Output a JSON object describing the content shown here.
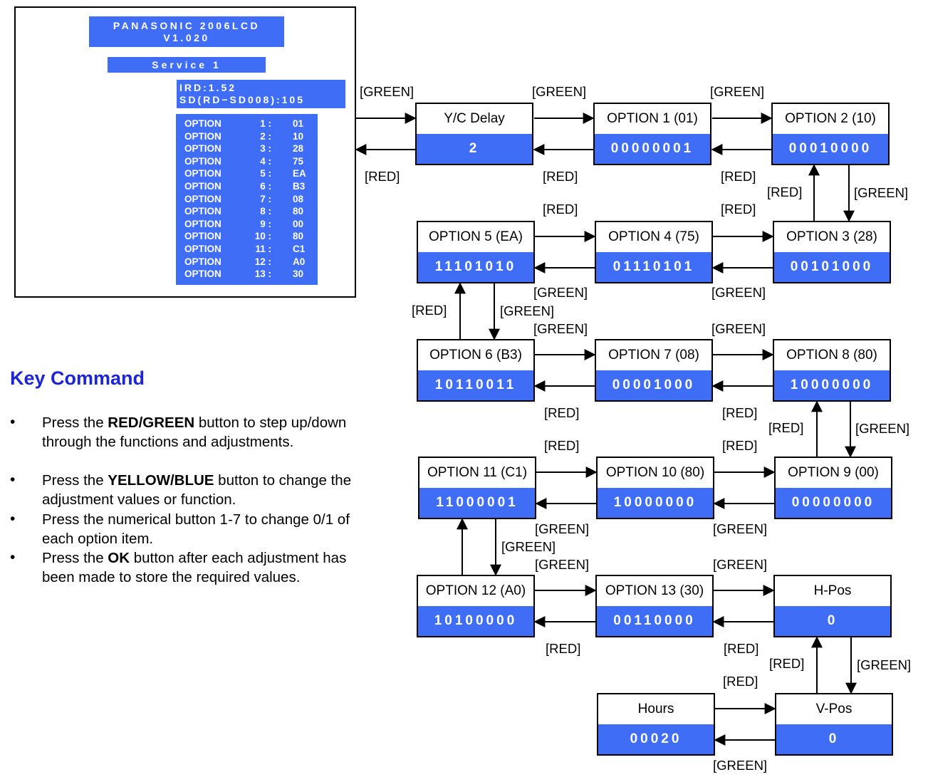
{
  "service_screen": {
    "model_line1": "PANASONIC 2006LCD",
    "model_line2": "V1.020",
    "service_label": "Service 1",
    "ird_line": "IRD:1.52",
    "sd_line": "SD(RD−SD008):105",
    "options": [
      {
        "word": "OPTION",
        "num": "1 :",
        "val": "01"
      },
      {
        "word": "OPTION",
        "num": "2 :",
        "val": "10"
      },
      {
        "word": "OPTION",
        "num": "3 :",
        "val": "28"
      },
      {
        "word": "OPTION",
        "num": "4 :",
        "val": "75"
      },
      {
        "word": "OPTION",
        "num": "5 :",
        "val": "EA"
      },
      {
        "word": "OPTION",
        "num": "6 :",
        "val": "B3"
      },
      {
        "word": "OPTION",
        "num": "7 :",
        "val": "08"
      },
      {
        "word": "OPTION",
        "num": "8 :",
        "val": "80"
      },
      {
        "word": "OPTION",
        "num": "9 :",
        "val": "00"
      },
      {
        "word": "OPTION",
        "num": "10 :",
        "val": "80"
      },
      {
        "word": "OPTION",
        "num": "11 :",
        "val": "C1"
      },
      {
        "word": "OPTION",
        "num": "12 :",
        "val": "A0"
      },
      {
        "word": "OPTION",
        "num": "13 :",
        "val": "30"
      }
    ]
  },
  "key_command": {
    "title": "Key Command",
    "bullet_symbol": "•",
    "items": [
      {
        "pre": "Press the ",
        "bold": "RED/GREEN",
        "post": " button to step up/down through the functions and adjustments."
      },
      {
        "pre": "Press the ",
        "bold": "YELLOW/BLUE",
        "post": " button to change the adjustment values or function."
      },
      {
        "pre": "Press the numerical button 1-7 to change 0/1 of each option item.",
        "bold": "",
        "post": ""
      },
      {
        "pre": "Press the ",
        "bold": "OK",
        "post": " button after each adjustment has been made to store the required values."
      }
    ]
  },
  "states": {
    "yc_delay": {
      "name": "Y/C Delay",
      "value": "2"
    },
    "option1": {
      "name": "OPTION 1 (01)",
      "value": "00000001"
    },
    "option2": {
      "name": "OPTION 2 (10)",
      "value": "00010000"
    },
    "option3": {
      "name": "OPTION 3 (28)",
      "value": "00101000"
    },
    "option4": {
      "name": "OPTION 4 (75)",
      "value": "01110101"
    },
    "option5": {
      "name": "OPTION 5 (EA)",
      "value": "11101010"
    },
    "option6": {
      "name": "OPTION 6 (B3)",
      "value": "10110011"
    },
    "option7": {
      "name": "OPTION 7 (08)",
      "value": "00001000"
    },
    "option8": {
      "name": "OPTION 8 (80)",
      "value": "10000000"
    },
    "option9": {
      "name": "OPTION 9 (00)",
      "value": "00000000"
    },
    "option10": {
      "name": "OPTION 10 (80)",
      "value": "10000000"
    },
    "option11": {
      "name": "OPTION 11 (C1)",
      "value": "11000001"
    },
    "option12": {
      "name": "OPTION 12 (A0)",
      "value": "10100000"
    },
    "option13": {
      "name": "OPTION 13 (30)",
      "value": "00110000"
    },
    "hpos": {
      "name": "H-Pos",
      "value": "0"
    },
    "vpos": {
      "name": "V-Pos",
      "value": "0"
    },
    "hours": {
      "name": "Hours",
      "value": "00020"
    }
  },
  "labels": {
    "green": "[GREEN]",
    "red": "[RED]"
  },
  "colors": {
    "value_blue": "#3f6df5",
    "title_blue": "#1c25d6"
  }
}
